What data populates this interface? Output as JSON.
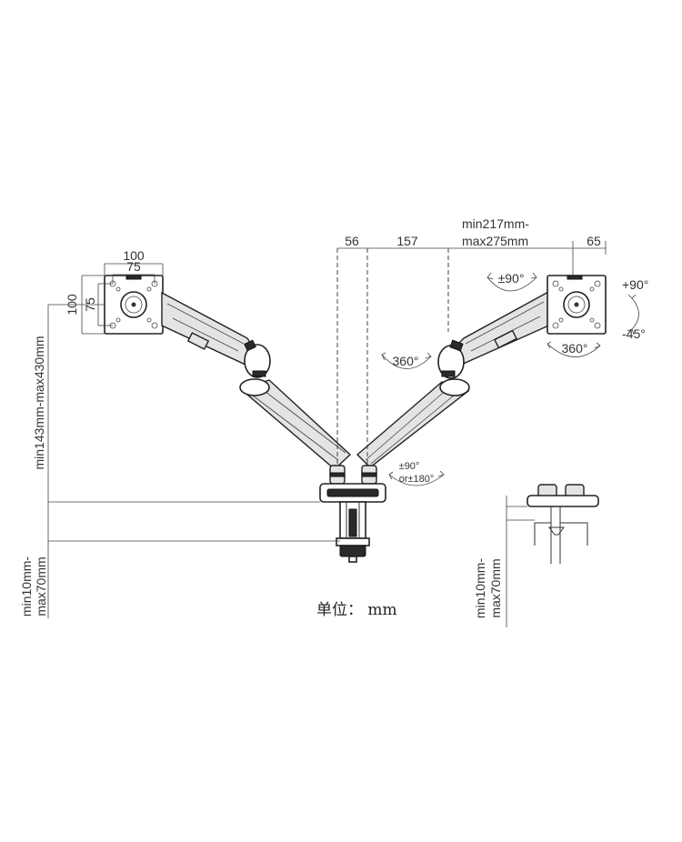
{
  "dimensions": {
    "vesa_outer_top": "100",
    "vesa_inner_top": "75",
    "vesa_outer_side": "100",
    "vesa_inner_side": "75",
    "offset_56": "56",
    "offset_157": "157",
    "arm_length": "min217mm-\nmax275mm",
    "arm_length_line1": "min217mm-",
    "arm_length_line2": "max275mm",
    "offset_65": "65",
    "height_range": "min143mm-max430mm",
    "clamp_range_left_line1": "min10mm-",
    "clamp_range_left_line2": "max70mm",
    "clamp_range_right_line1": "min10mm-",
    "clamp_range_right_line2": "max70mm"
  },
  "rotations": {
    "swivel_top": "±90°",
    "tilt_up": "+90°",
    "tilt_down": "-45°",
    "rotate_plate": "360°",
    "rotate_arm": "360°",
    "base_line1": "±90°",
    "base_line2": "or±180°"
  },
  "unit_label": "单位： mm",
  "colors": {
    "line": "#333333",
    "fill": "#e4e4e4",
    "dark": "#2a2a2a"
  }
}
